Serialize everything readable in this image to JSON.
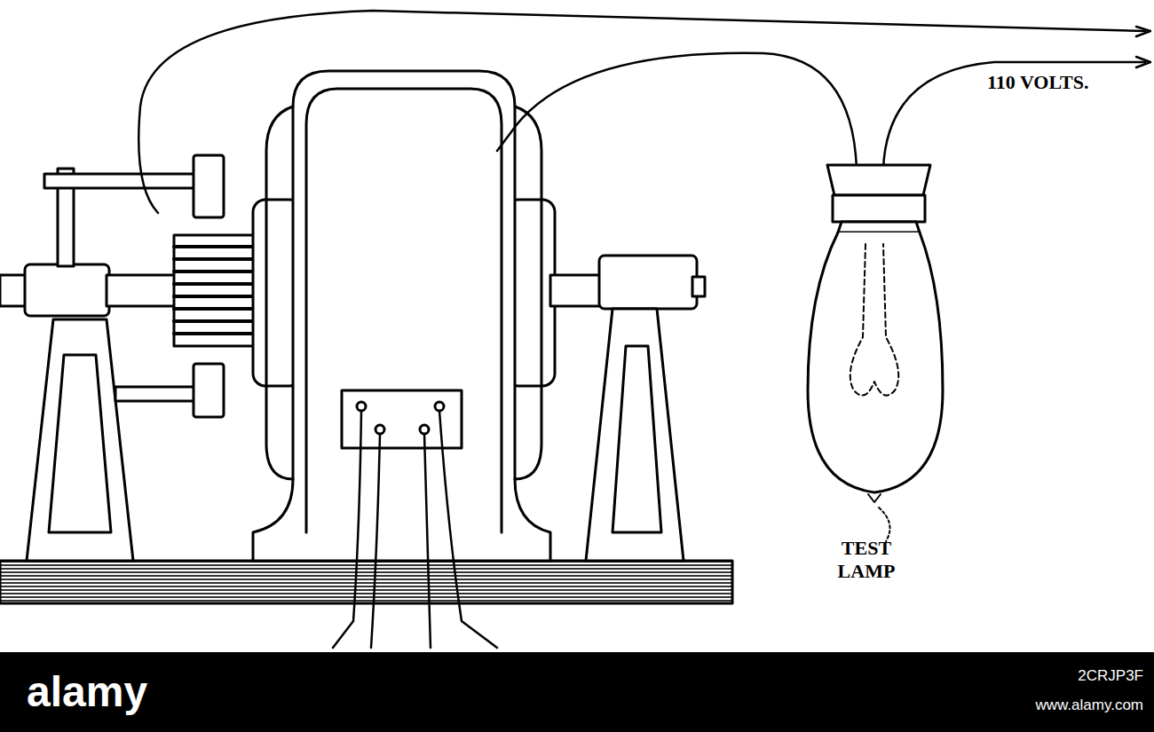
{
  "diagram": {
    "labels": [
      "110 VOLTS.",
      "TEST LAMP",
      "alamy",
      "2CRJP3F",
      "www.alamy.com"
    ]
  }
}
